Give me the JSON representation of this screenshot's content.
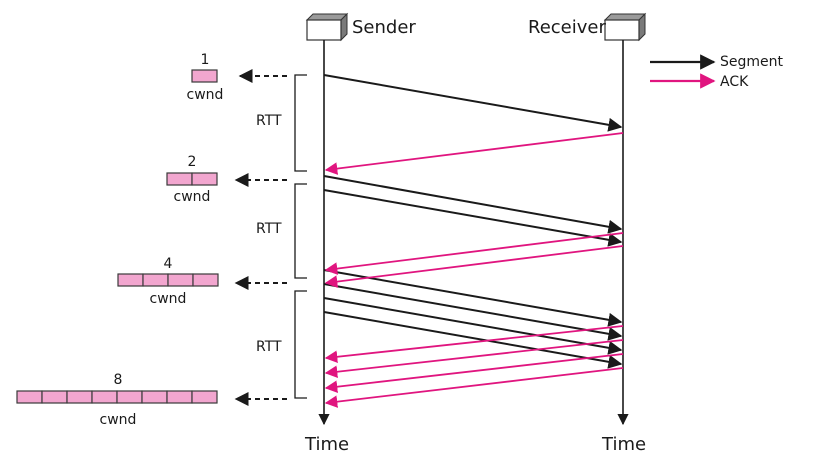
{
  "hosts": {
    "sender_label": "Sender",
    "receiver_label": "Receiver"
  },
  "time_labels": {
    "sender": "Time",
    "receiver": "Time"
  },
  "legend": {
    "segment_label": "Segment",
    "ack_label": "ACK",
    "segment_color": "#1a1a1a",
    "ack_color": "#e0157f"
  },
  "rtt_labels": [
    "RTT",
    "RTT",
    "RTT"
  ],
  "cwnd_blocks": [
    {
      "count": "1",
      "label": "cwnd",
      "segments": 1
    },
    {
      "count": "2",
      "label": "cwnd",
      "segments": 2
    },
    {
      "count": "4",
      "label": "cwnd",
      "segments": 4
    },
    {
      "count": "8",
      "label": "cwnd",
      "segments": 8
    }
  ],
  "colors": {
    "cwnd_fill": "#f2a6cf",
    "cwnd_stroke": "#3a3a3a",
    "host_fill": "#ffffff",
    "host_top": "#9a9a9a"
  },
  "icons": {
    "host": "computer-box-icon"
  }
}
